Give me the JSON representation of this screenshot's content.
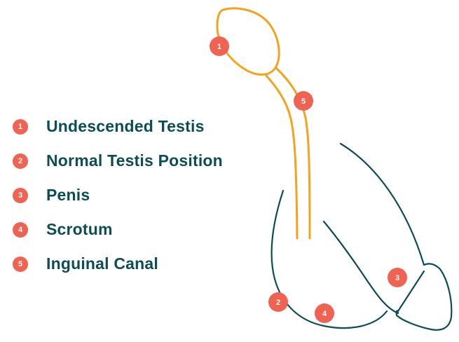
{
  "colors": {
    "outline": "#0d4d56",
    "canal": "#f2a41f",
    "badge": "#ee6352",
    "badge_text": "#ffffff",
    "label_text": "#0d4d56"
  },
  "legend": {
    "items": [
      {
        "number": "1",
        "label": "Undescended Testis"
      },
      {
        "number": "2",
        "label": "Normal Testis Position"
      },
      {
        "number": "3",
        "label": "Penis"
      },
      {
        "number": "4",
        "label": "Scrotum"
      },
      {
        "number": "5",
        "label": "Inguinal Canal"
      }
    ]
  },
  "markers": [
    {
      "number": "1",
      "refers_to": "Undescended Testis"
    },
    {
      "number": "5",
      "refers_to": "Inguinal Canal"
    },
    {
      "number": "3",
      "refers_to": "Penis"
    },
    {
      "number": "2",
      "refers_to": "Normal Testis Position"
    },
    {
      "number": "4",
      "refers_to": "Scrotum"
    }
  ]
}
